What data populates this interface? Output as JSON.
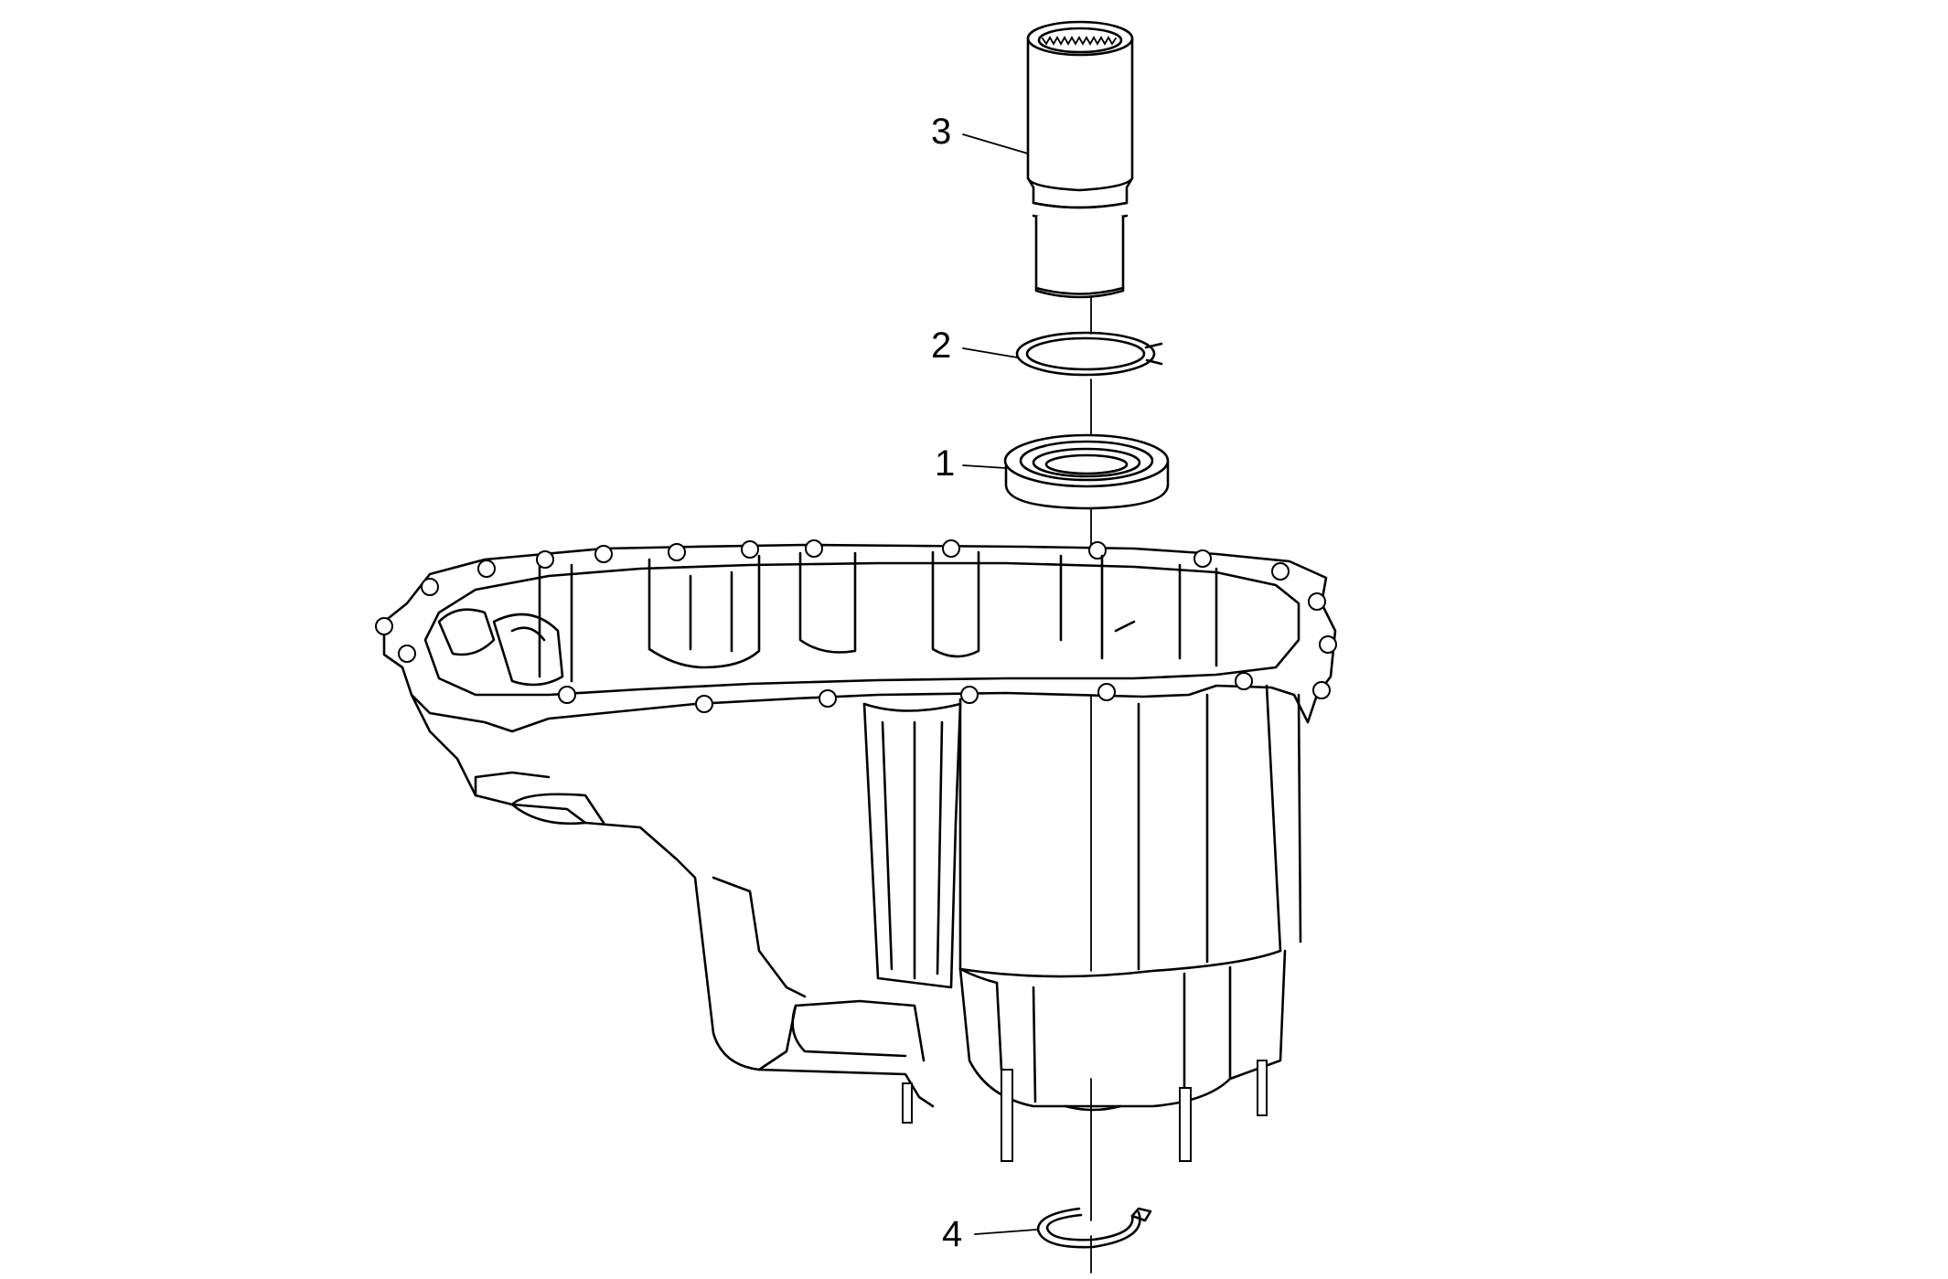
{
  "callouts": [
    {
      "id": "callout-1",
      "text": "1"
    },
    {
      "id": "callout-2",
      "text": "2"
    },
    {
      "id": "callout-3",
      "text": "3"
    },
    {
      "id": "callout-4",
      "text": "4"
    }
  ],
  "colors": {
    "line": "#000000",
    "background": "#ffffff"
  }
}
